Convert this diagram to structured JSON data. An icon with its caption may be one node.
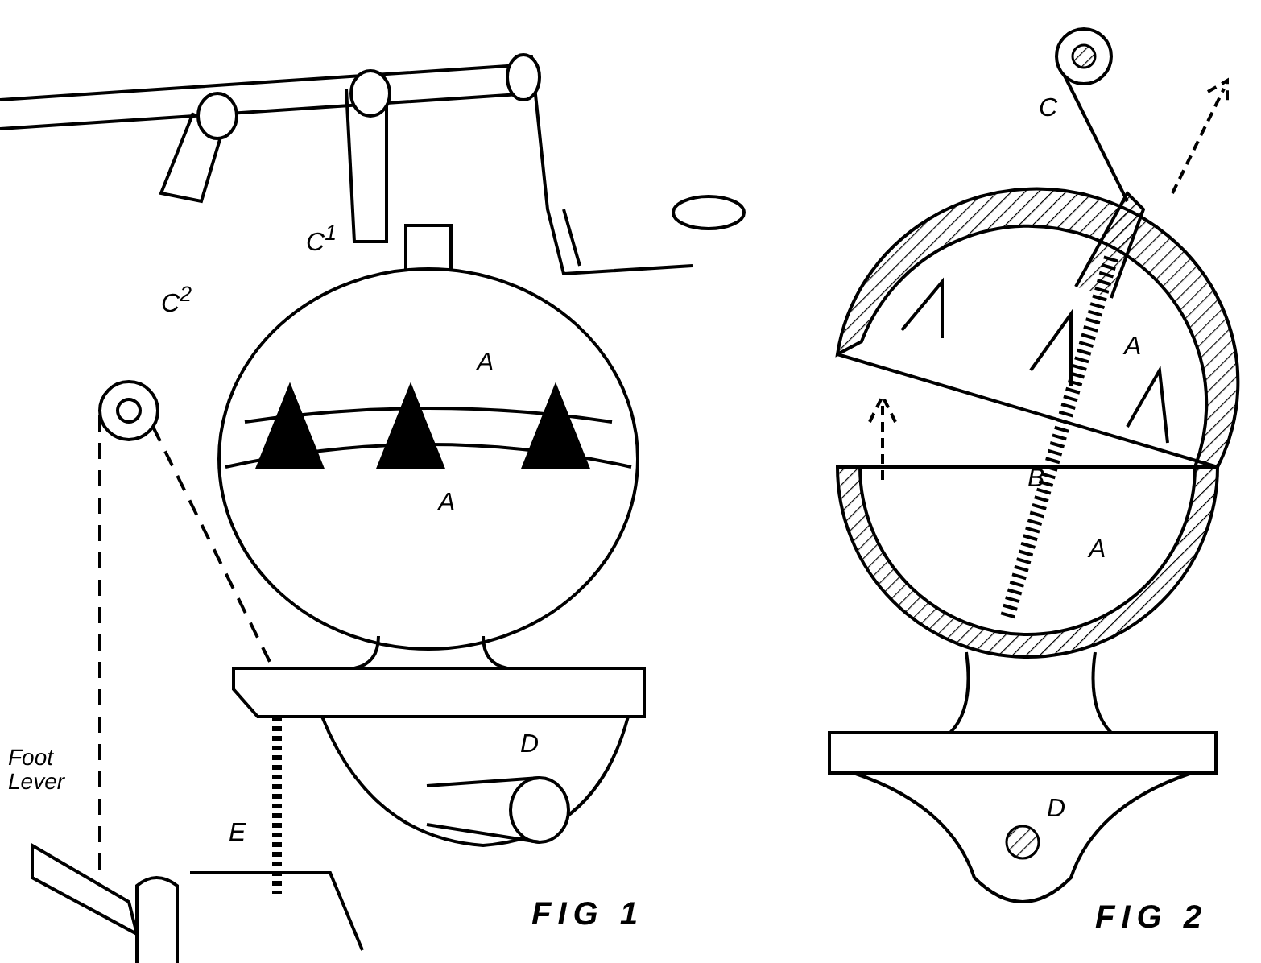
{
  "diagram": {
    "labels": [
      "C$^{2}$",
      "C$^{1}$",
      "A",
      "A",
      "Foot Lever",
      "E",
      "D",
      "FIG 1",
      "C",
      "A",
      "B",
      "A",
      "D",
      "FIG 2"
    ]
  }
}
